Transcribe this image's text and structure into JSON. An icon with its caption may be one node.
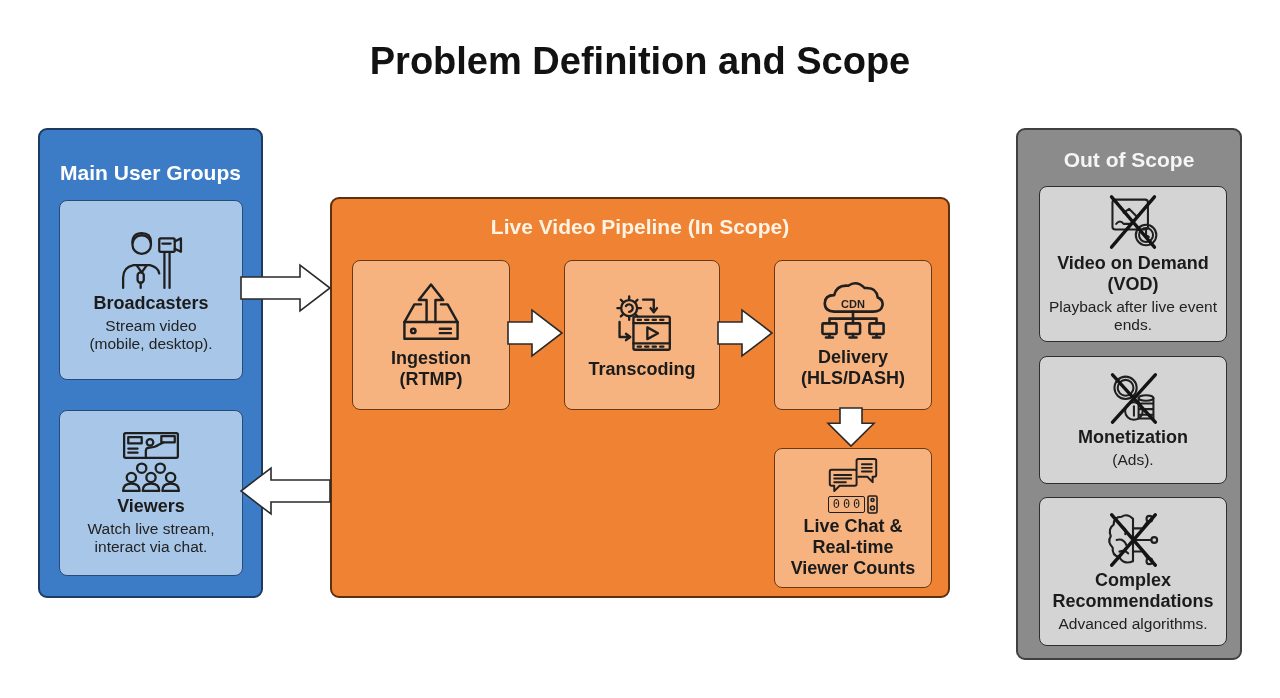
{
  "diagram": {
    "title": "Problem Definition and Scope",
    "nodes": [
      {
        "text": [
          "Main User Groups"
        ]
      },
      {
        "text": [
          "Broadcasters",
          "Stream video (mobile, desktop)."
        ],
        "in": 0
      },
      {
        "text": [
          "Viewers",
          "Watch live stream, interact via chat."
        ],
        "in": 0
      },
      {
        "text": [
          "Live Video Pipeline (In Scope)"
        ]
      },
      {
        "text": [
          "Ingestion (RTMP)"
        ],
        "in": 3
      },
      {
        "text": [
          "Transcoding"
        ],
        "in": 3
      },
      {
        "text": [
          "Delivery (HLS/DASH)"
        ],
        "in": 3
      },
      {
        "text": [
          "Live Chat & Real-time Viewer Counts"
        ],
        "in": 3
      },
      {
        "text": [
          "Out of Scope"
        ]
      },
      {
        "text": [
          "Video on Demand (VOD)",
          "Playback after live event ends."
        ],
        "in": 8
      },
      {
        "text": [
          "Monetization",
          "(Ads)."
        ],
        "in": 8
      },
      {
        "text": [
          "Complex Recommendations",
          "Advanced algorithms."
        ],
        "in": 8
      }
    ],
    "edges": [
      {
        "from": 1,
        "to": 3,
        "arrow": "to"
      },
      {
        "from": 4,
        "to": 5,
        "arrow": "to"
      },
      {
        "from": 5,
        "to": 6,
        "arrow": "to"
      },
      {
        "from": 6,
        "to": 7,
        "arrow": "to"
      },
      {
        "from": 3,
        "to": 2,
        "arrow": "to"
      }
    ],
    "labels": [
      "CDN",
      "000"
    ]
  }
}
